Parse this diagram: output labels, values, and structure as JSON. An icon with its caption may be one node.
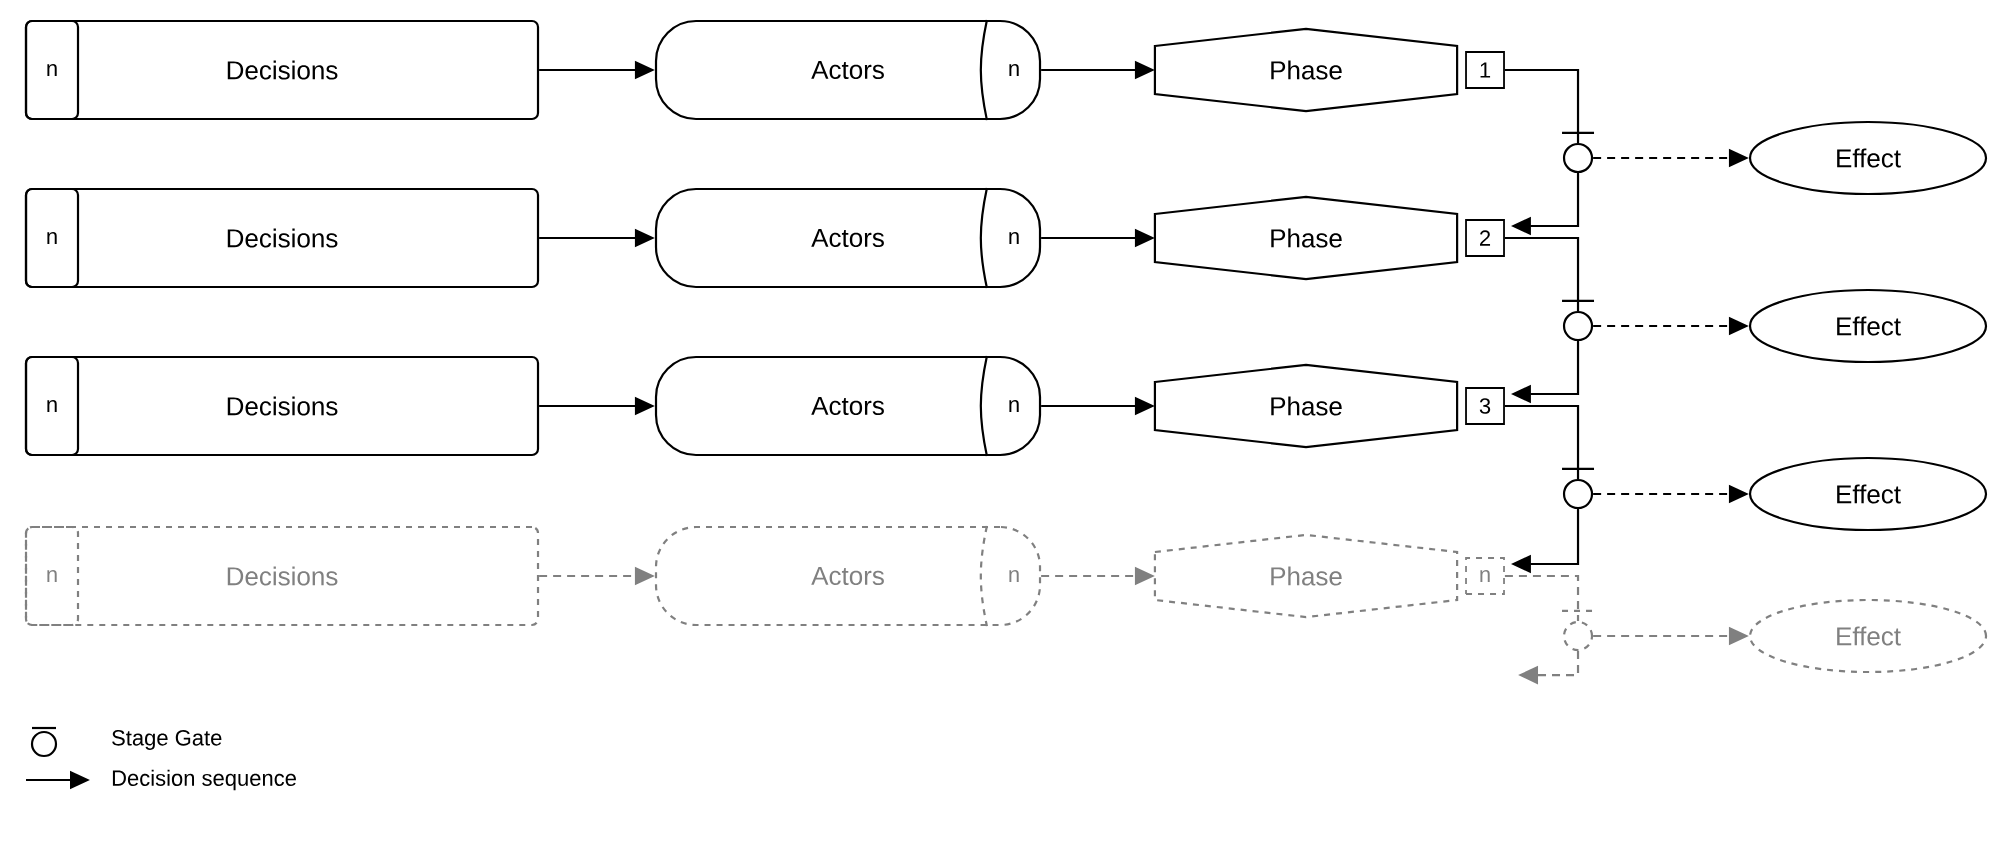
{
  "diagram": {
    "nodes": [
      {
        "text": [
          "Decisions"
        ]
      },
      {
        "text": [
          "n"
        ],
        "in": 0
      },
      {
        "text": [
          "Actors"
        ]
      },
      {
        "text": [
          "n"
        ],
        "in": 2
      },
      {
        "text": [
          "Phase"
        ]
      },
      {
        "text": [
          "1"
        ]
      },
      {
        "text": [],
        "shape": "circle"
      },
      {
        "text": [
          "Effect"
        ]
      },
      {
        "text": [
          "Decisions"
        ]
      },
      {
        "text": [
          "n"
        ],
        "in": 8
      },
      {
        "text": [
          "Actors"
        ]
      },
      {
        "text": [
          "n"
        ],
        "in": 10
      },
      {
        "text": [
          "Phase"
        ]
      },
      {
        "text": [
          "2"
        ]
      },
      {
        "text": [],
        "shape": "circle"
      },
      {
        "text": [
          "Effect"
        ]
      },
      {
        "text": [
          "Decisions"
        ]
      },
      {
        "text": [
          "n"
        ],
        "in": 16
      },
      {
        "text": [
          "Actors"
        ]
      },
      {
        "text": [
          "n"
        ],
        "in": 18
      },
      {
        "text": [
          "Phase"
        ]
      },
      {
        "text": [
          "3"
        ]
      },
      {
        "text": [],
        "shape": "circle"
      },
      {
        "text": [
          "Effect"
        ]
      },
      {
        "text": [
          "Decisions"
        ]
      },
      {
        "text": [
          "n"
        ],
        "in": 24
      },
      {
        "text": [
          "Actors"
        ]
      },
      {
        "text": [
          "n"
        ],
        "in": 26
      },
      {
        "text": [
          "Phase"
        ]
      },
      {
        "text": [
          "n"
        ]
      },
      {
        "text": [],
        "shape": "circle"
      },
      {
        "text": [
          "Effect"
        ]
      }
    ],
    "edges": [
      {
        "from": 0,
        "to": 2,
        "arrow": "to"
      },
      {
        "from": 2,
        "to": 4,
        "arrow": "to"
      },
      {
        "from": 5,
        "to": 6,
        "arrow": "none"
      },
      {
        "from": 6,
        "to": 7,
        "arrow": "to",
        "style": "dashed"
      },
      {
        "from": 6,
        "to": 13,
        "arrow": "to"
      },
      {
        "from": 8,
        "to": 10,
        "arrow": "to"
      },
      {
        "from": 10,
        "to": 12,
        "arrow": "to"
      },
      {
        "from": 13,
        "to": 14,
        "arrow": "none"
      },
      {
        "from": 14,
        "to": 15,
        "arrow": "to",
        "style": "dashed"
      },
      {
        "from": 14,
        "to": 21,
        "arrow": "to"
      },
      {
        "from": 16,
        "to": 18,
        "arrow": "to"
      },
      {
        "from": 18,
        "to": 20,
        "arrow": "to"
      },
      {
        "from": 21,
        "to": 22,
        "arrow": "none"
      },
      {
        "from": 22,
        "to": 23,
        "arrow": "to",
        "style": "dashed"
      },
      {
        "from": 22,
        "to": 29,
        "arrow": "to"
      },
      {
        "from": 24,
        "to": 26,
        "arrow": "to",
        "style": "dashed",
        "color": "#808080"
      },
      {
        "from": 26,
        "to": 28,
        "arrow": "to",
        "style": "dashed",
        "color": "#808080"
      },
      {
        "from": 29,
        "to": 30,
        "arrow": "none",
        "style": "dashed",
        "color": "#808080"
      },
      {
        "from": 30,
        "to": 31,
        "arrow": "to",
        "style": "dashed",
        "color": "#808080"
      },
      {
        "from": 30,
        "to": null,
        "arrow": "to",
        "style": "dashed",
        "color": "#808080"
      }
    ],
    "legend": [
      {
        "text": "Stage Gate"
      },
      {
        "text": "Decision sequence"
      }
    ]
  }
}
